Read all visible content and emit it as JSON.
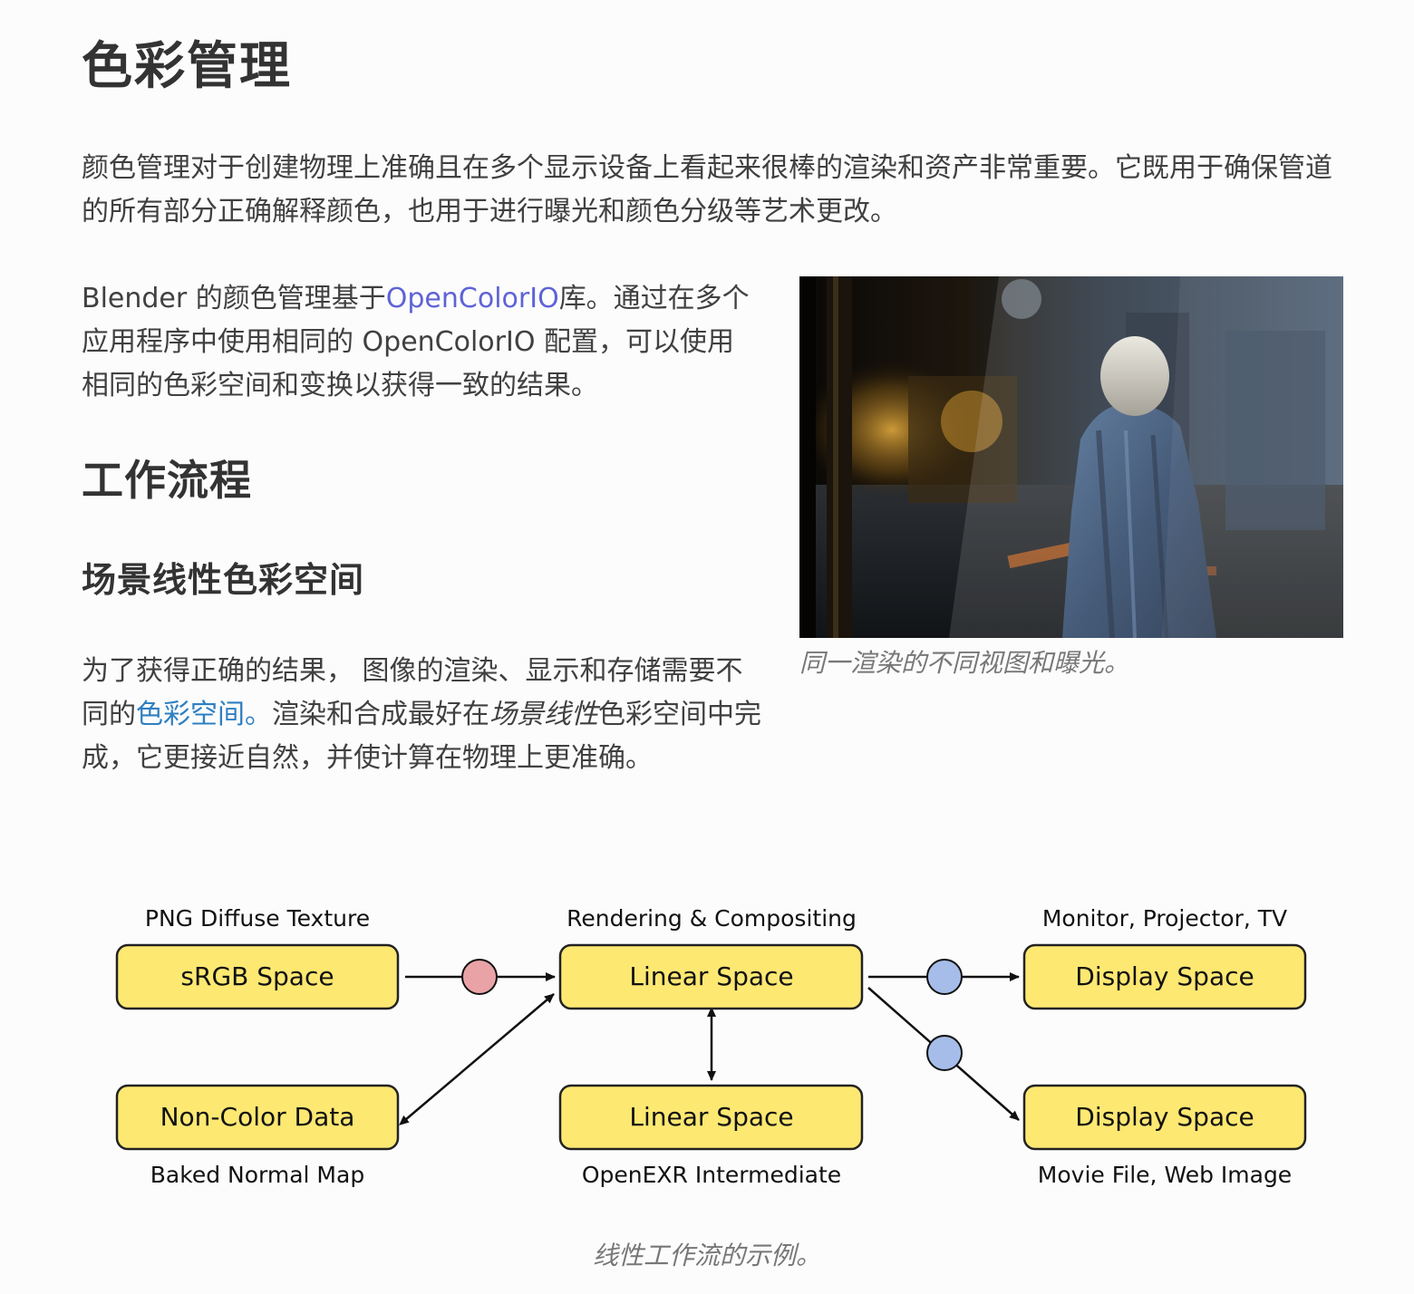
{
  "heading_main": "色彩管理",
  "intro_paragraph": "颜色管理对于创建物理上准确且在多个显示设备上看起来很棒的渲染和资产非常重要。它既用于确保管道的所有部分正确解释颜色，也用于进行曝光和颜色分级等艺术更改。",
  "ocio_paragraph": {
    "before_link": "Blender 的颜色管理基于",
    "link_text": "OpenColorIO",
    "after_link": "库。通过在多个应用程序中使用相同的 OpenColorIO 配置，可以使用相同的色彩空间和变换以获得一致的结果。"
  },
  "heading_workflow": "工作流程",
  "heading_scene_linear": "场景线性色彩空间",
  "scene_linear_paragraph": {
    "part1": "为了获得正确的结果， 图像的渲染、显示和存储需要不同的",
    "link_text": "色彩空间。",
    "part2": "渲染和合成最好在",
    "emphasis": "场景线性",
    "part3": "色彩空间中完成，它更接近自然，并使计算在物理上更准确。"
  },
  "photo_caption": "同一渲染的不同视图和曝光。",
  "diagram": {
    "boxes": [
      {
        "label": "sRGB Space",
        "caption": "PNG Diffuse Texture"
      },
      {
        "label": "Linear Space",
        "caption": "Rendering & Compositing"
      },
      {
        "label": "Display Space",
        "caption": "Monitor, Projector, TV"
      },
      {
        "label": "Non-Color Data",
        "caption": "Baked Normal Map"
      },
      {
        "label": "Linear Space",
        "caption": "OpenEXR Intermediate"
      },
      {
        "label": "Display Space",
        "caption": "Movie File, Web Image"
      }
    ],
    "colors": {
      "box_fill": "#fde872",
      "box_stroke": "#222222",
      "input_transform_node": "#e9a3a7",
      "view_transform_node": "#a6bde9"
    },
    "caption": "线性工作流的示例。"
  }
}
